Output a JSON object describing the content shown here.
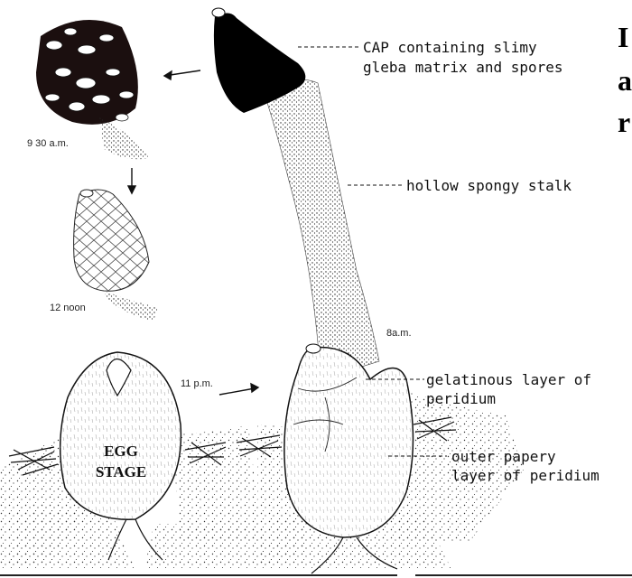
{
  "labels": {
    "cap_line1": "CAP containing slimy",
    "cap_line2": "gleba matrix and spores",
    "stalk": "hollow spongy stalk",
    "gel_line1": "gelatinous layer of",
    "gel_line2": "peridium",
    "outer_line1": "outer papery",
    "outer_line2": "layer of peridium"
  },
  "times": {
    "t930": "9 30 a.m.",
    "t12": "12 noon",
    "t8am": "8a.m.",
    "t11pm": "11 p.m."
  },
  "egg": {
    "line1": "EGG",
    "line2": "STAGE"
  },
  "cut_off_text": [
    "I",
    "a",
    "r"
  ]
}
